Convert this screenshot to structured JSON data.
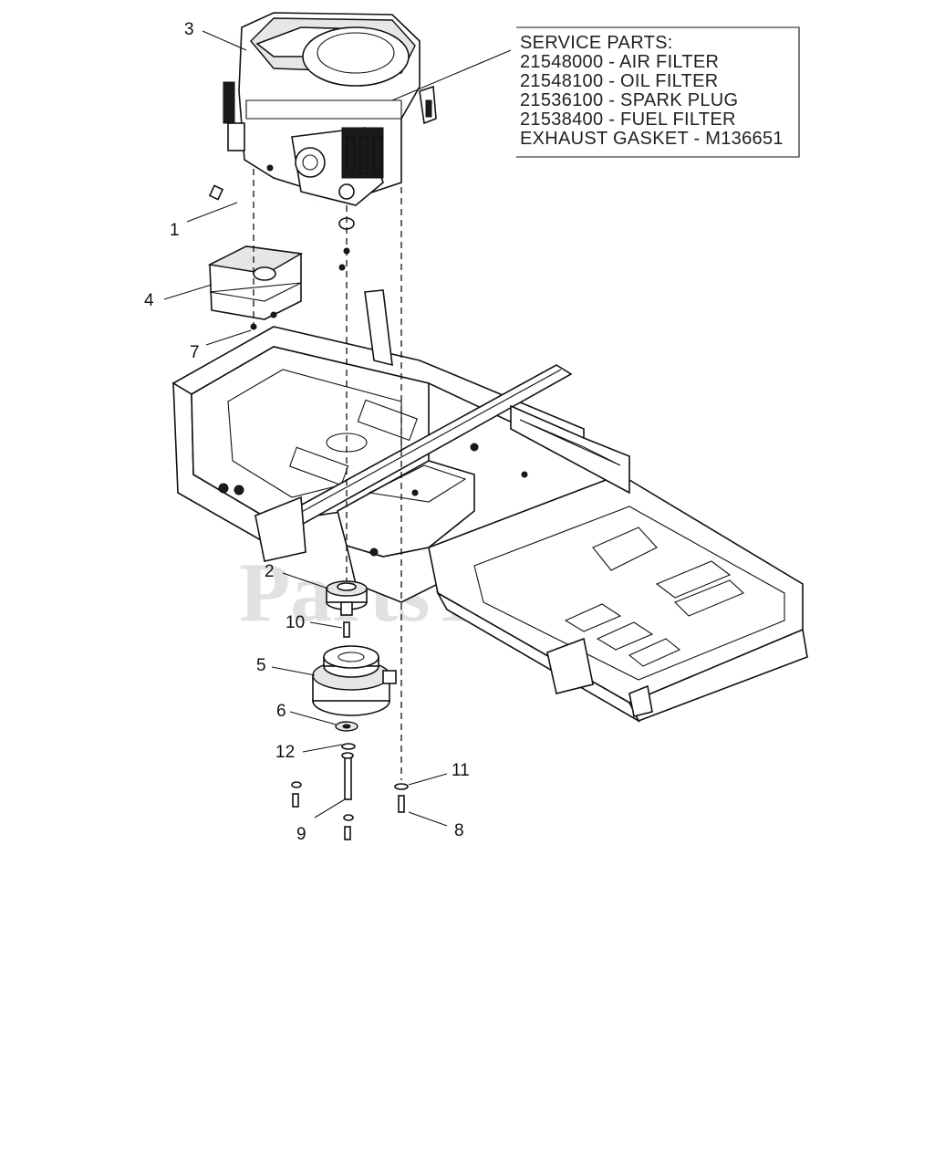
{
  "service_parts": {
    "heading": "SERVICE PARTS:",
    "lines": [
      "21548000 - AIR FILTER",
      "21548100 - OIL FILTER",
      "21536100 - SPARK PLUG",
      "21538400 - FUEL FILTER",
      "EXHAUST GASKET - M136651"
    ]
  },
  "callouts": {
    "c1": "1",
    "c2": "2",
    "c3": "3",
    "c4": "4",
    "c5": "5",
    "c6": "6",
    "c7": "7",
    "c8": "8",
    "c9": "9",
    "c10": "10",
    "c11": "11",
    "c12": "12"
  },
  "watermark": "PartsTree"
}
